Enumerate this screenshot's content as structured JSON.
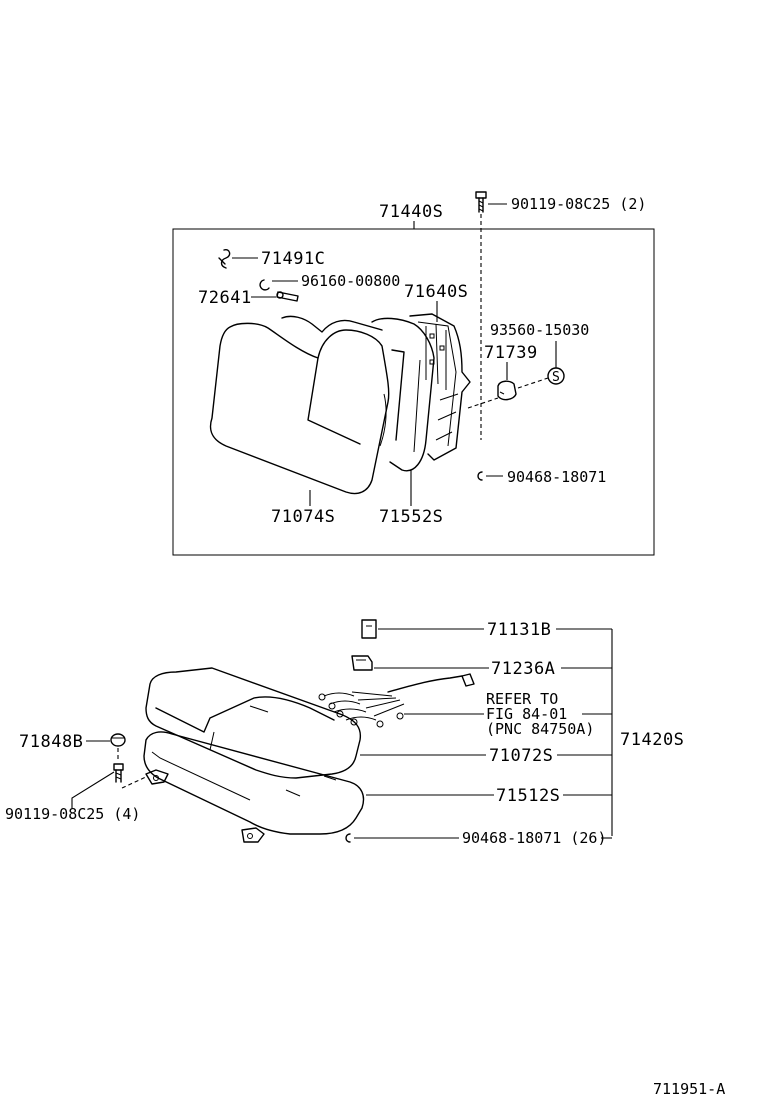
{
  "labels": {
    "bolt_top": "90119-08C25 (2)",
    "back_assy": "71440S",
    "clip": "71491C",
    "ring": "96160-00800",
    "hook": "72641",
    "frame": "71640S",
    "screw": "93560-15030",
    "stopper": "71739",
    "cover_back": "71074S",
    "pad_back": "71552S",
    "hogring_back": "90468-18071",
    "bracket": "71131B",
    "holder": "71236A",
    "refer_1": "REFER TO",
    "refer_2": "FIG 84-01",
    "refer_3": "(PNC 84750A)",
    "cushion_assy": "71420S",
    "cover_cushion": "71072S",
    "pad_cushion": "71512S",
    "hogring_cushion": "90468-18071 (26)",
    "cap": "71848B",
    "bolt_bottom": "90119-08C25 (4)",
    "diagram_id": "711951-A"
  }
}
